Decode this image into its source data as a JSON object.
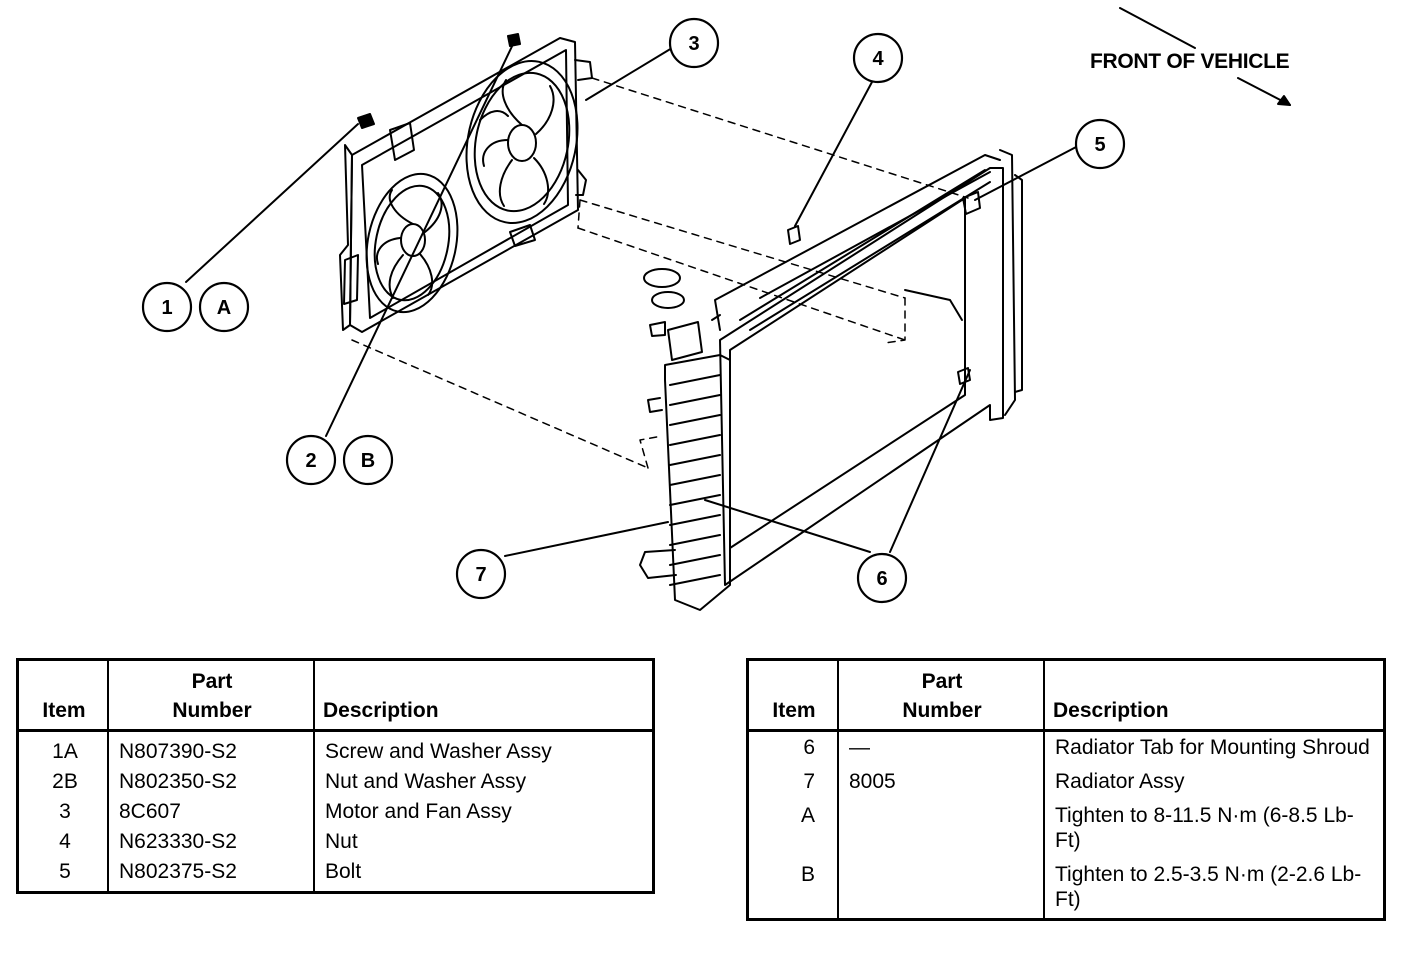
{
  "front_label": "FRONT OF VEHICLE",
  "callouts": {
    "c1": "1",
    "cA": "A",
    "c2": "2",
    "cB": "B",
    "c3": "3",
    "c4": "4",
    "c5": "5",
    "c6": "6",
    "c7": "7"
  },
  "table_left": {
    "headers": {
      "item": "Item",
      "part_l1": "Part",
      "part_l2": "Number",
      "desc": "Description"
    },
    "rows": [
      {
        "item": "1A",
        "part": "N807390-S2",
        "desc": "Screw and Washer Assy"
      },
      {
        "item": "2B",
        "part": "N802350-S2",
        "desc": "Nut and Washer Assy"
      },
      {
        "item": "3",
        "part": "8C607",
        "desc": "Motor and Fan Assy"
      },
      {
        "item": "4",
        "part": "N623330-S2",
        "desc": "Nut"
      },
      {
        "item": "5",
        "part": "N802375-S2",
        "desc": "Bolt"
      }
    ]
  },
  "table_right": {
    "headers": {
      "item": "Item",
      "part_l1": "Part",
      "part_l2": "Number",
      "desc": "Description"
    },
    "rows": [
      {
        "item": "6",
        "part": "—",
        "desc": "Radiator Tab for Mounting Shroud"
      },
      {
        "item": "7",
        "part": "8005",
        "desc": "Radiator Assy"
      },
      {
        "item": "A",
        "part": "",
        "desc": "Tighten to 8-11.5 N·m (6-8.5 Lb-Ft)"
      },
      {
        "item": "B",
        "part": "",
        "desc": "Tighten to 2.5-3.5 N·m (2-2.6 Lb-Ft)"
      }
    ]
  }
}
